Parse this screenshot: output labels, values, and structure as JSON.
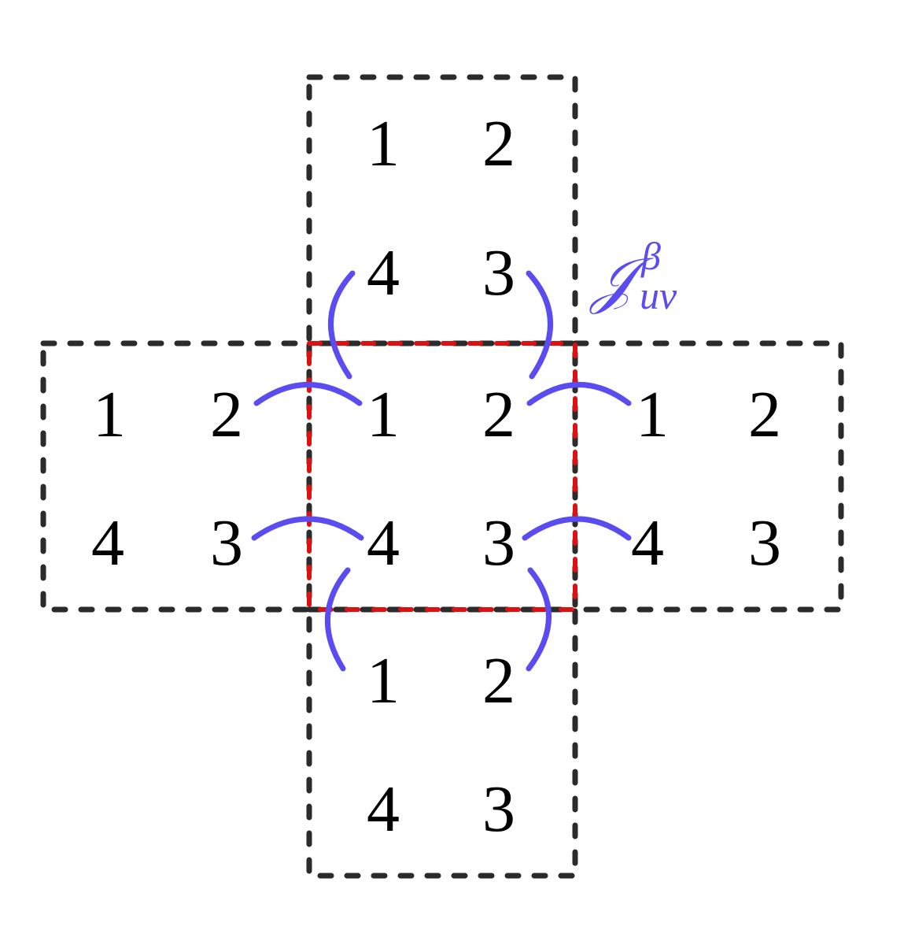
{
  "colors": {
    "box_outline": "#2b2b2b",
    "center_outline": "#dd1111",
    "bond": "#5a4cf0",
    "site_text": "#000000"
  },
  "cells": [
    {
      "name": "top",
      "sites": [
        "1",
        "2",
        "4",
        "3"
      ]
    },
    {
      "name": "left",
      "sites": [
        "1",
        "2",
        "4",
        "3"
      ]
    },
    {
      "name": "center",
      "sites": [
        "1",
        "2",
        "4",
        "3"
      ]
    },
    {
      "name": "right",
      "sites": [
        "1",
        "2",
        "4",
        "3"
      ]
    },
    {
      "name": "bottom",
      "sites": [
        "1",
        "2",
        "4",
        "3"
      ]
    }
  ],
  "coupling_label": {
    "main": "𝒥",
    "superscript": "β",
    "subscript": "uv"
  }
}
